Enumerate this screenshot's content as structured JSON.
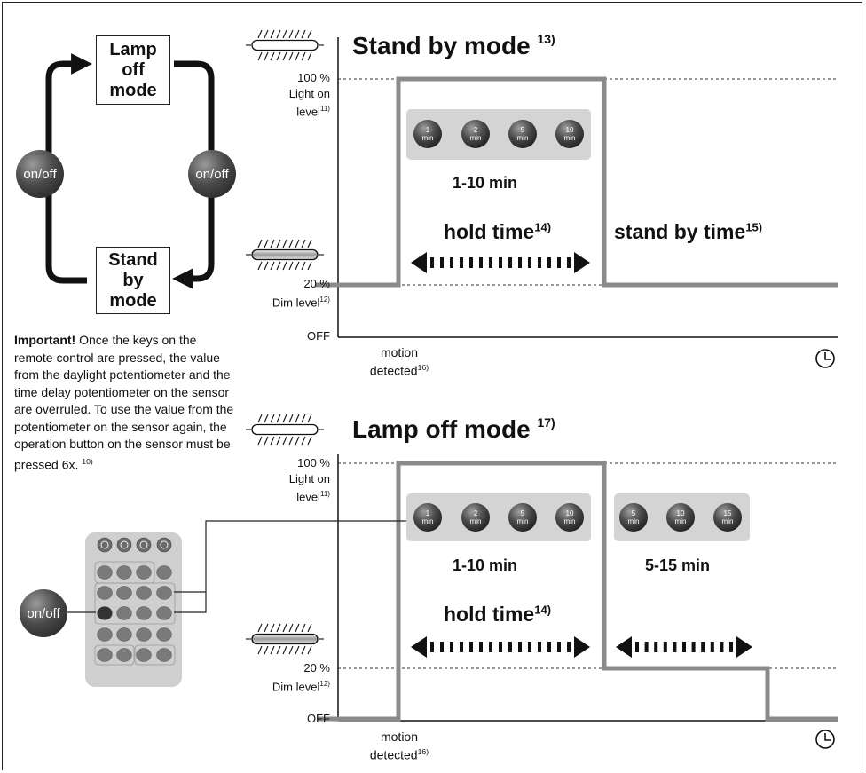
{
  "mode_cycle": {
    "top_box": "Lamp\noff\nmode",
    "bottom_box": "Stand\nby\nmode",
    "left_button": "on/off",
    "right_button": "on/off"
  },
  "note": {
    "bold": "Important!",
    "text": " Once the keys on the remote control are pressed, the value from the daylight potentiometer and the time delay potentiometer on the sensor are overruled. To use the value from the potentiometer on the sensor again, the operation button on the sensor must be pressed 6x.",
    "ref": "10)"
  },
  "remote": {
    "button_label": "on/off"
  },
  "standby_chart": {
    "title": "Stand by mode",
    "title_ref": "13)",
    "y_labels": {
      "level_100": "100 %",
      "light_on": "Light on",
      "light_on_level": "level",
      "light_on_ref": "11)",
      "level_20": "20 %",
      "dim_level": "Dim level",
      "dim_ref": "12)",
      "off": "OFF"
    },
    "hold_options": [
      "1\nmin",
      "2\nmin",
      "5\nmin",
      "10\nmin"
    ],
    "hold_range": "1-10 min",
    "hold_label": "hold time",
    "hold_ref": "14)",
    "standby_label": "stand by time",
    "standby_ref": "15)",
    "motion": "motion",
    "motion_detected": "detected",
    "motion_ref": "16)"
  },
  "lampoff_chart": {
    "title": "Lamp off mode",
    "title_ref": "17)",
    "y_labels": {
      "level_100": "100 %",
      "light_on": "Light on",
      "light_on_level": "level",
      "light_on_ref": "11)",
      "level_20": "20 %",
      "dim_level": "Dim level",
      "dim_ref": "12)",
      "off": "OFF"
    },
    "hold_options": [
      "1\nmin",
      "2\nmin",
      "5\nmin",
      "10\nmin"
    ],
    "standby_options": [
      "5\nmin",
      "10\nmin",
      "15\nmin"
    ],
    "hold_range": "1-10 min",
    "standby_range": "5-15 min",
    "hold_label": "hold time",
    "hold_ref": "14)",
    "motion": "motion",
    "motion_detected": "detected",
    "motion_ref": "16)"
  },
  "colors": {
    "signal_line": "#8a8a8a",
    "panel": "#d4d4d4",
    "button": "#3a3a3a"
  }
}
